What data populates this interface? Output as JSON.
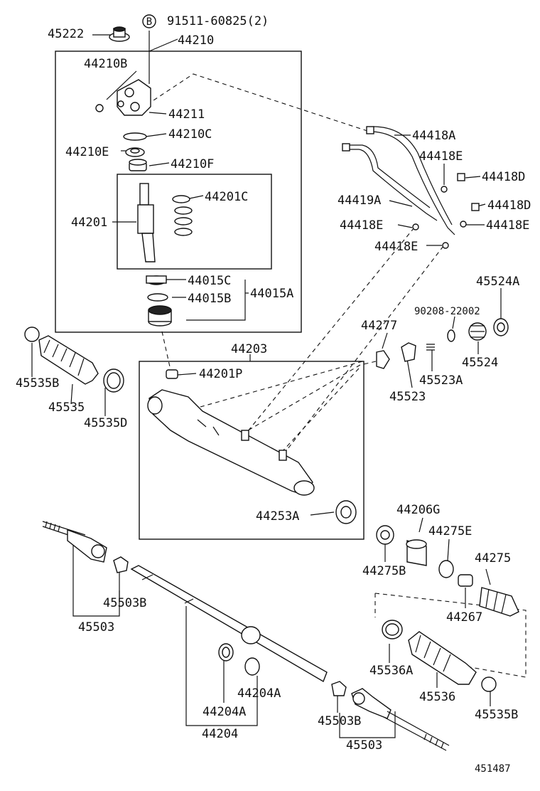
{
  "labels": {
    "p45222": "45222",
    "p91511": "91511-60825(2)",
    "bolt_mark": "B",
    "p44210": "44210",
    "p44210B": "44210B",
    "p44211": "44211",
    "p44210C": "44210C",
    "p44210E": "44210E",
    "p44210F": "44210F",
    "p44201": "44201",
    "p44201C": "44201C",
    "p44015C": "44015C",
    "p44015B": "44015B",
    "p44015A": "44015A",
    "p44418A": "44418A",
    "p44418E_a": "44418E",
    "p44418D_a": "44418D",
    "p44419A": "44419A",
    "p44418D_b": "44418D",
    "p44418E_b": "44418E",
    "p44418E_c": "44418E",
    "p44418E_d": "44418E",
    "p45524A": "45524A",
    "p90208": "90208-22002",
    "p44277": "44277",
    "p45524": "45524",
    "p45523A": "45523A",
    "p45523": "45523",
    "p45535B_a": "45535B",
    "p45535": "45535",
    "p45535D": "45535D",
    "p44203": "44203",
    "p44201P": "44201P",
    "p44253A": "44253A",
    "p44206G": "44206G",
    "p44275E": "44275E",
    "p44275B": "44275B",
    "p44275": "44275",
    "p44267": "44267",
    "p45503B_a": "45503B",
    "p45503_a": "45503",
    "p45536A": "45536A",
    "p45536": "45536",
    "p45535B_b": "45535B",
    "p44204A_a": "44204A",
    "p44204A_b": "44204A",
    "p44204": "44204",
    "p45503B_b": "45503B",
    "p45503_b": "45503",
    "fig_number": "451487"
  }
}
